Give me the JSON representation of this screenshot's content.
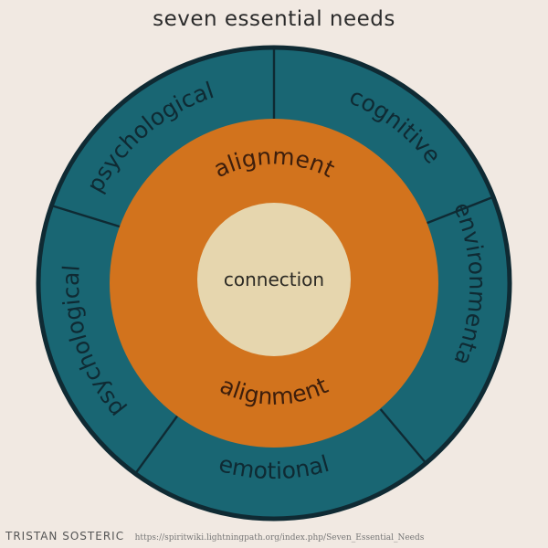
{
  "title": "seven essential needs",
  "outer_ring": {
    "segments": [
      {
        "label": "psychological"
      },
      {
        "label": "cognitive"
      },
      {
        "label": "environmental"
      },
      {
        "label": "emotional"
      },
      {
        "label": "psychological"
      }
    ]
  },
  "middle_ring": {
    "top_label": "alignment",
    "bottom_label": "alignment"
  },
  "center": {
    "label": "connection"
  },
  "footer": {
    "author": "TRISTAN SOSTERIC",
    "source_url": "https://spiritwiki.lightningpath.org/index.php/Seven_Essential_Needs"
  },
  "colors": {
    "background": "#f1e9e2",
    "outer_ring": "#196673",
    "outer_border": "#0f2a33",
    "middle_ring": "#d2731d",
    "center": "#e6d6ae"
  }
}
